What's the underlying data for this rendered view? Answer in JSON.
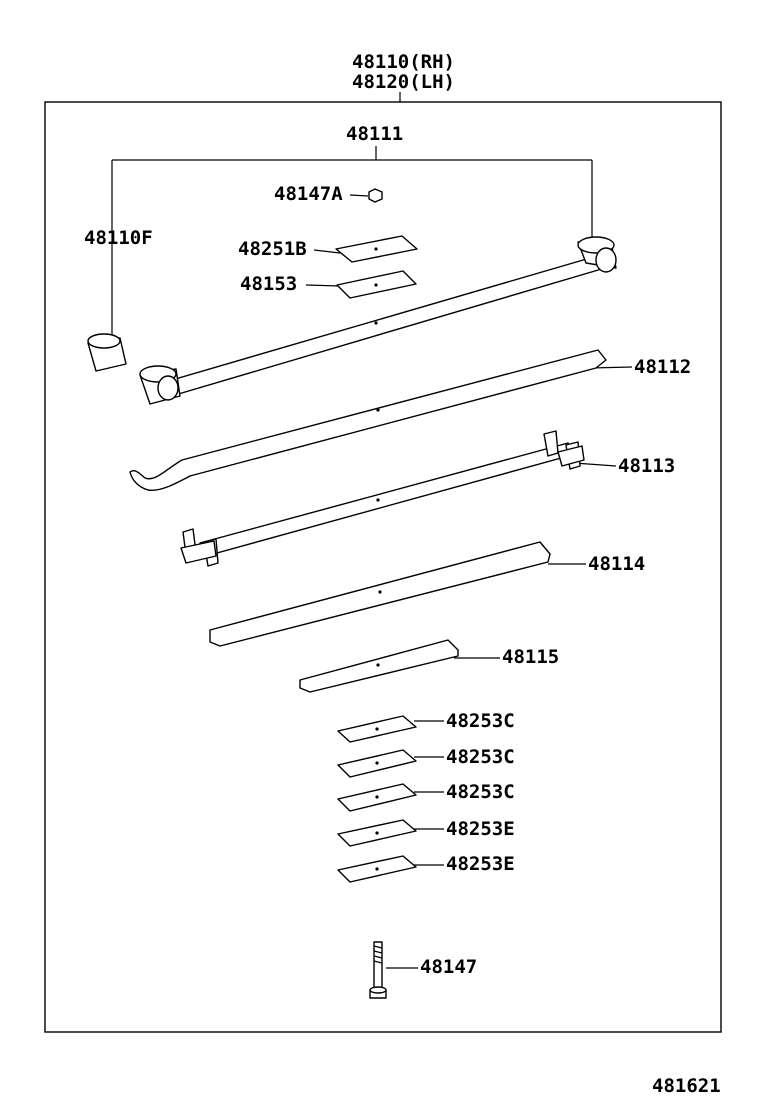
{
  "assembly": {
    "rh": "48110(RH)",
    "lh": "48120(LH)"
  },
  "labels": {
    "leaf_assembly": "48111",
    "bushing": "48110F",
    "nut": "48147A",
    "plate_b": "48251B",
    "plate_153": "48153",
    "leaf_2": "48112",
    "leaf_3": "48113",
    "leaf_4": "48114",
    "leaf_5": "48115",
    "spacer_1": "48253C",
    "spacer_2": "48253C",
    "spacer_3": "48253C",
    "spacer_4": "48253E",
    "spacer_5": "48253E",
    "center_bolt": "48147"
  },
  "figure_code": "481621"
}
